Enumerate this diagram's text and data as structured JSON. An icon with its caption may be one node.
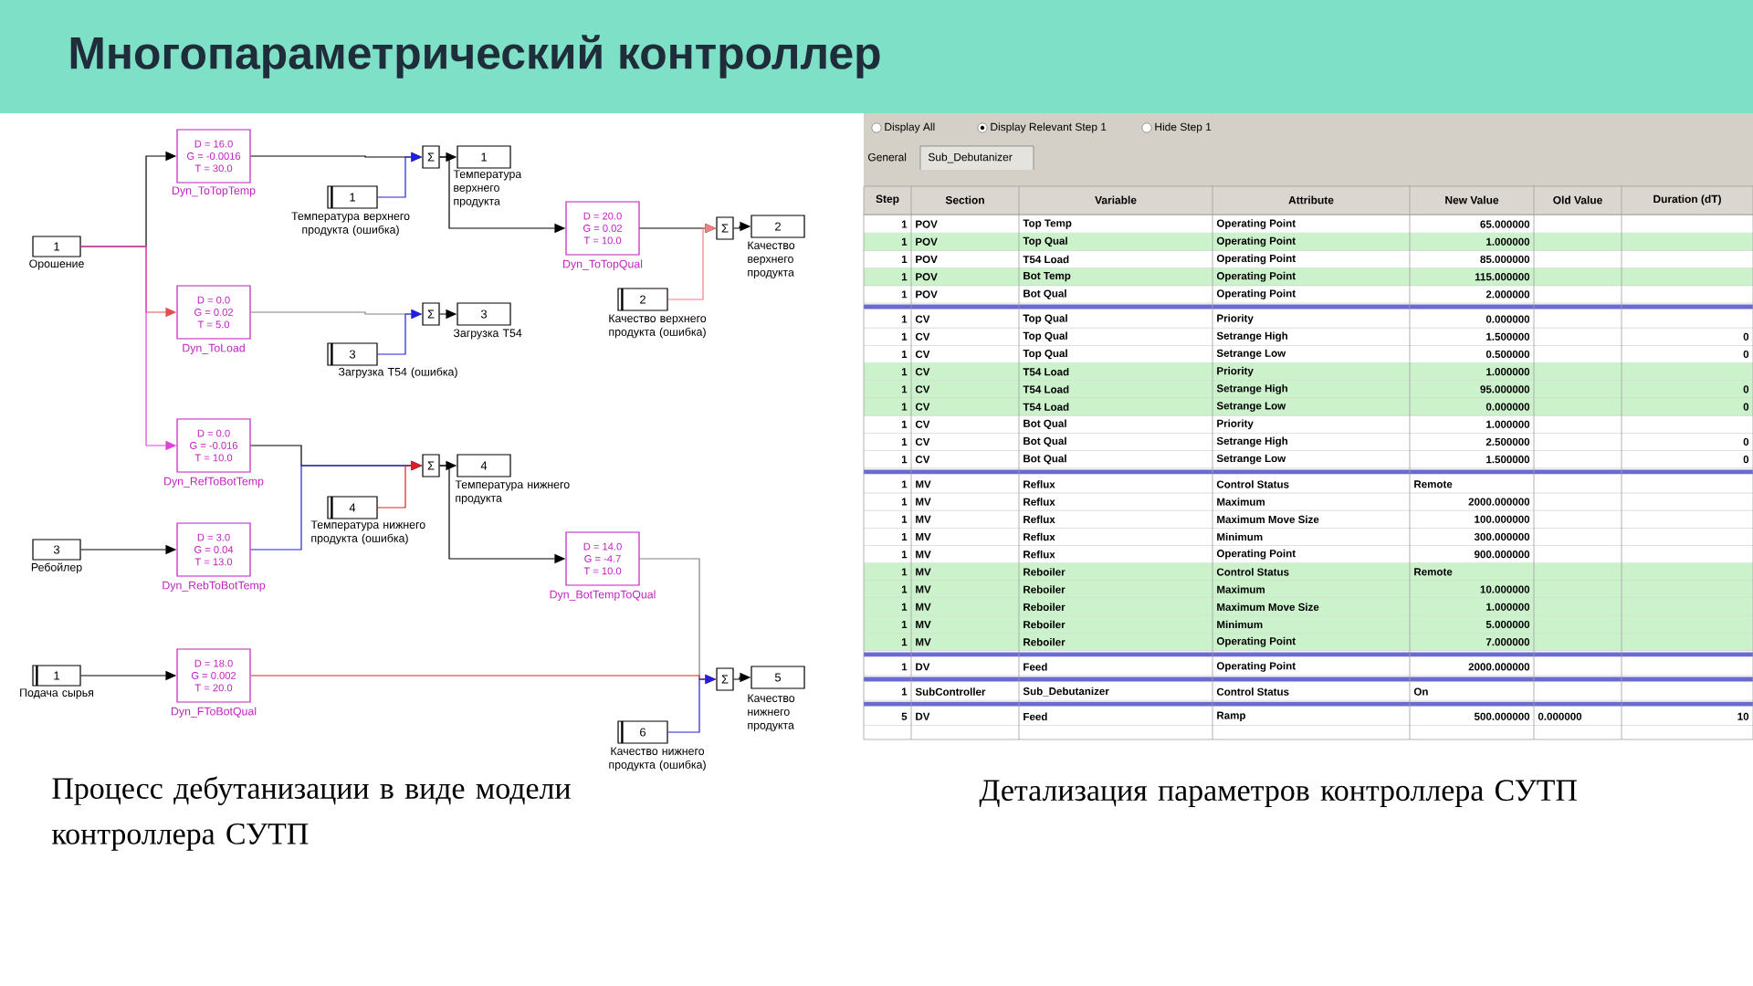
{
  "diagram": {
    "title": "Многопараметрический контроллер",
    "nodes": [
      {
        "text": [
          "1",
          "Орошение"
        ]
      },
      {
        "text": [
          "D = 16.0",
          "G = -0.0016",
          "T = 30.0",
          "Dyn_ToTopTemp"
        ]
      },
      {
        "text": [
          "Σ"
        ]
      },
      {
        "text": [
          "1",
          "Температура верхнего продукта (ошибка)"
        ]
      },
      {
        "text": [
          "1",
          "Температура верхнего продукта"
        ]
      },
      {
        "text": [
          "D = 0.0",
          "G = 0.02",
          "T = 5.0",
          "Dyn_ToLoad"
        ]
      },
      {
        "text": [
          "Σ"
        ]
      },
      {
        "text": [
          "3",
          "Загрузка T54 (ошибка)"
        ]
      },
      {
        "text": [
          "3",
          "Загрузка T54"
        ]
      },
      {
        "text": [
          "D = 20.0",
          "G = 0.02",
          "T = 10.0",
          "Dyn_ToTopQual"
        ]
      },
      {
        "text": [
          "Σ"
        ]
      },
      {
        "text": [
          "2",
          "Качество верхнего продукта (ошибка)"
        ]
      },
      {
        "text": [
          "2",
          "Качество верхнего продукта"
        ]
      },
      {
        "text": [
          "D = 0.0",
          "G = -0.016",
          "T = 10.0",
          "Dyn_RefToBotTemp"
        ]
      },
      {
        "text": [
          "3",
          "Ребойлер"
        ]
      },
      {
        "text": [
          "D = 3.0",
          "G = 0.04",
          "T = 13.0",
          "Dyn_RebToBotTemp"
        ]
      },
      {
        "text": [
          "Σ"
        ]
      },
      {
        "text": [
          "4",
          "Температура нижнего продукта (ошибка)"
        ]
      },
      {
        "text": [
          "4",
          "Температура нижнего продукта"
        ]
      },
      {
        "text": [
          "D = 14.0",
          "G = -4.7",
          "T = 10.0",
          "Dyn_BotTempToQual"
        ]
      },
      {
        "text": [
          "1",
          "Подача сырья"
        ]
      },
      {
        "text": [
          "D = 18.0",
          "G = 0.002",
          "T = 20.0",
          "Dyn_FToBotQual"
        ]
      },
      {
        "text": [
          "Σ"
        ]
      },
      {
        "text": [
          "6",
          "Качество нижнего продукта (ошибка)"
        ]
      },
      {
        "text": [
          "5",
          "Качество нижнего продукта"
        ]
      }
    ],
    "edges": [
      {
        "from": 0,
        "to": 1,
        "arrow": "to"
      },
      {
        "from": 0,
        "to": 5,
        "arrow": "to",
        "color": "#e05050"
      },
      {
        "from": 0,
        "to": 13,
        "arrow": "to",
        "color": "#e040e0"
      },
      {
        "from": 1,
        "to": 2,
        "arrow": "to"
      },
      {
        "from": 3,
        "to": 2,
        "arrow": "to",
        "color": "#2020e0"
      },
      {
        "from": 2,
        "to": 4,
        "arrow": "to"
      },
      {
        "from": 2,
        "to": 9,
        "arrow": "to"
      },
      {
        "from": 5,
        "to": 6,
        "arrow": "to",
        "color": "#808080"
      },
      {
        "from": 7,
        "to": 6,
        "arrow": "to",
        "color": "#2020e0"
      },
      {
        "from": 6,
        "to": 8,
        "arrow": "to"
      },
      {
        "from": 9,
        "to": 10,
        "arrow": "to"
      },
      {
        "from": 11,
        "to": 10,
        "arrow": "to",
        "color": "#f08080"
      },
      {
        "from": 10,
        "to": 12,
        "arrow": "to"
      },
      {
        "from": 13,
        "to": 16,
        "arrow": "to"
      },
      {
        "from": 15,
        "to": 16,
        "arrow": "to",
        "color": "#2020e0"
      },
      {
        "from": 17,
        "to": 16,
        "arrow": "to",
        "color": "#e02020"
      },
      {
        "from": 16,
        "to": 18,
        "arrow": "to"
      },
      {
        "from": 16,
        "to": 19,
        "arrow": "to"
      },
      {
        "from": 19,
        "to": 22,
        "arrow": "to",
        "color": "#808080"
      },
      {
        "from": 21,
        "to": 22,
        "arrow": "to",
        "color": "#e02020"
      },
      {
        "from": 23,
        "to": 22,
        "arrow": "to",
        "color": "#2020e0"
      },
      {
        "from": 22,
        "to": 24,
        "arrow": "to"
      },
      {
        "from": 14,
        "to": 15,
        "arrow": "to"
      },
      {
        "from": 20,
        "to": 21,
        "arrow": "to"
      }
    ],
    "labels": [
      "Display All",
      "Display Relevant Step 1",
      "Hide Step 1",
      "General",
      "Sub_Debutanizer",
      "Step",
      "Section",
      "Variable",
      "Attribute",
      "New Value",
      "Old Value",
      "Duration (dT)",
      "1",
      "POV",
      "Top Temp",
      "Operating Point",
      "65.000000",
      "1",
      "POV",
      "Top Qual",
      "Operating Point",
      "1.000000",
      "1",
      "POV",
      "T54 Load",
      "Operating Point",
      "85.000000",
      "1",
      "POV",
      "Bot Temp",
      "Operating Point",
      "115.000000",
      "1",
      "POV",
      "Bot Qual",
      "Operating Point",
      "2.000000",
      "1",
      "CV",
      "Top Qual",
      "Priority",
      "0.000000",
      "1",
      "CV",
      "Top Qual",
      "Setrange High",
      "1.500000",
      "0",
      "1",
      "CV",
      "Top Qual",
      "Setrange Low",
      "0.500000",
      "0",
      "1",
      "CV",
      "T54 Load",
      "Priority",
      "1.000000",
      "1",
      "CV",
      "T54 Load",
      "Setrange High",
      "95.000000",
      "0",
      "1",
      "CV",
      "T54 Load",
      "Setrange Low",
      "0.000000",
      "0",
      "1",
      "CV",
      "Bot Qual",
      "Priority",
      "1.000000",
      "1",
      "CV",
      "Bot Qual",
      "Setrange High",
      "2.500000",
      "0",
      "1",
      "CV",
      "Bot Qual",
      "Setrange Low",
      "1.500000",
      "0",
      "1",
      "MV",
      "Reflux",
      "Control Status",
      "Remote",
      "1",
      "MV",
      "Reflux",
      "Maximum",
      "2000.000000",
      "1",
      "MV",
      "Reflux",
      "Maximum Move Size",
      "100.000000",
      "1",
      "MV",
      "Reflux",
      "Minimum",
      "300.000000",
      "1",
      "MV",
      "Reflux",
      "Operating Point",
      "900.000000",
      "1",
      "MV",
      "Reboiler",
      "Control Status",
      "Remote",
      "1",
      "MV",
      "Reboiler",
      "Maximum",
      "10.000000",
      "1",
      "MV",
      "Reboiler",
      "Maximum Move Size",
      "1.000000",
      "1",
      "MV",
      "Reboiler",
      "Minimum",
      "5.000000",
      "1",
      "MV",
      "Reboiler",
      "Operating Point",
      "7.000000",
      "1",
      "DV",
      "Feed",
      "Operating Point",
      "2000.000000",
      "1",
      "SubController",
      "Sub_Debutanizer",
      "Control Status",
      "On",
      "5",
      "DV",
      "Feed",
      "Ramp",
      "500.000000",
      "0.000000",
      "10",
      "Процесс дебутанизации в виде модели контроллера СУТП",
      "Детализация параметров контроллера СУТП"
    ]
  }
}
